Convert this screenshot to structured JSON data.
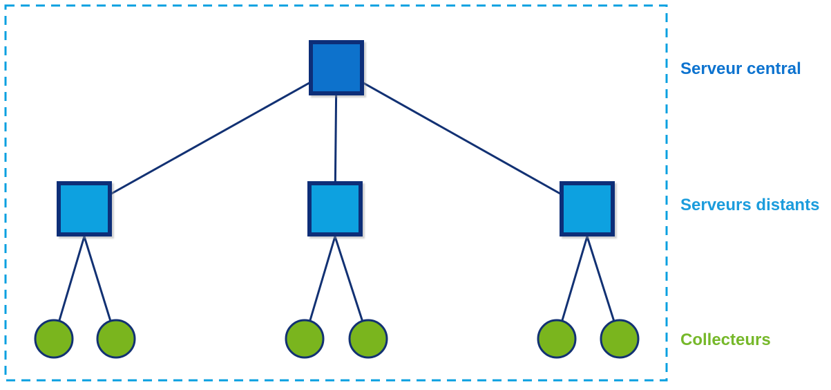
{
  "diagram": {
    "type": "hierarchy",
    "levels": [
      {
        "name": "central-server",
        "label": "Serveur central",
        "shape": "square",
        "count": 1
      },
      {
        "name": "remote-servers",
        "label": "Serveurs distants",
        "shape": "square",
        "count": 3
      },
      {
        "name": "collectors",
        "label": "Collecteurs",
        "shape": "circle",
        "count": 6
      }
    ],
    "edges": [
      {
        "from": "central-server",
        "to": "remote-server-1"
      },
      {
        "from": "central-server",
        "to": "remote-server-2"
      },
      {
        "from": "central-server",
        "to": "remote-server-3"
      },
      {
        "from": "remote-server-1",
        "to": "collector-1"
      },
      {
        "from": "remote-server-1",
        "to": "collector-2"
      },
      {
        "from": "remote-server-2",
        "to": "collector-3"
      },
      {
        "from": "remote-server-2",
        "to": "collector-4"
      },
      {
        "from": "remote-server-3",
        "to": "collector-5"
      },
      {
        "from": "remote-server-3",
        "to": "collector-6"
      }
    ]
  },
  "colors": {
    "central-fill": "#0b72cc",
    "remote-fill": "#09a1e0",
    "collector-fill": "#7ab51e",
    "node-stroke": "#0f2d78",
    "connector": "#123173",
    "boundary": "#0aa0e0",
    "label-central": "#0d73cf",
    "label-remote": "#1b9cdc",
    "label-collector": "#76b82a"
  }
}
